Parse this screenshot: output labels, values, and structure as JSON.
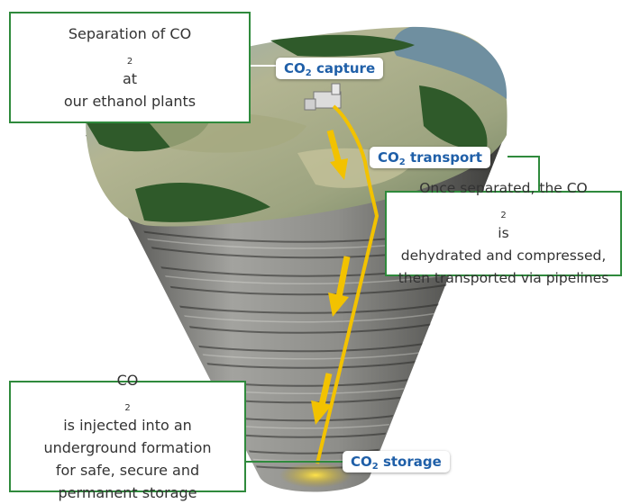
{
  "stages": {
    "capture": {
      "prefix": "CO",
      "sub": "2",
      "suffix": " capture"
    },
    "transport": {
      "prefix": "CO",
      "sub": "2",
      "suffix": " transport"
    },
    "storage": {
      "prefix": "CO",
      "sub": "2",
      "suffix": " storage"
    }
  },
  "callouts": {
    "capture": {
      "line1_pre": "Separation of CO",
      "line1_sub": "2",
      "line1_post": " at",
      "line2": "our ethanol plants"
    },
    "transport": {
      "line1_pre": "Once separated, the CO",
      "line1_sub": "2",
      "line1_post": " is",
      "line2": "dehydrated and compressed,",
      "line3": "then transported via pipelines"
    },
    "storage": {
      "line1_pre": "CO",
      "line1_sub": "2",
      "line1_post": " is injected into an",
      "line2": "underground formation",
      "line3": "for safe, secure and",
      "line4": "permanent storage"
    }
  },
  "colors": {
    "callout_border": "#2f8a3c",
    "label_text": "#1f5fa8",
    "arrow": "#f2c200",
    "pipeline": "#f2c200",
    "forest": "#2f5a2a",
    "fields": "#9aa27a",
    "water": "#6f8fa0",
    "rock": "#8a8a88"
  }
}
